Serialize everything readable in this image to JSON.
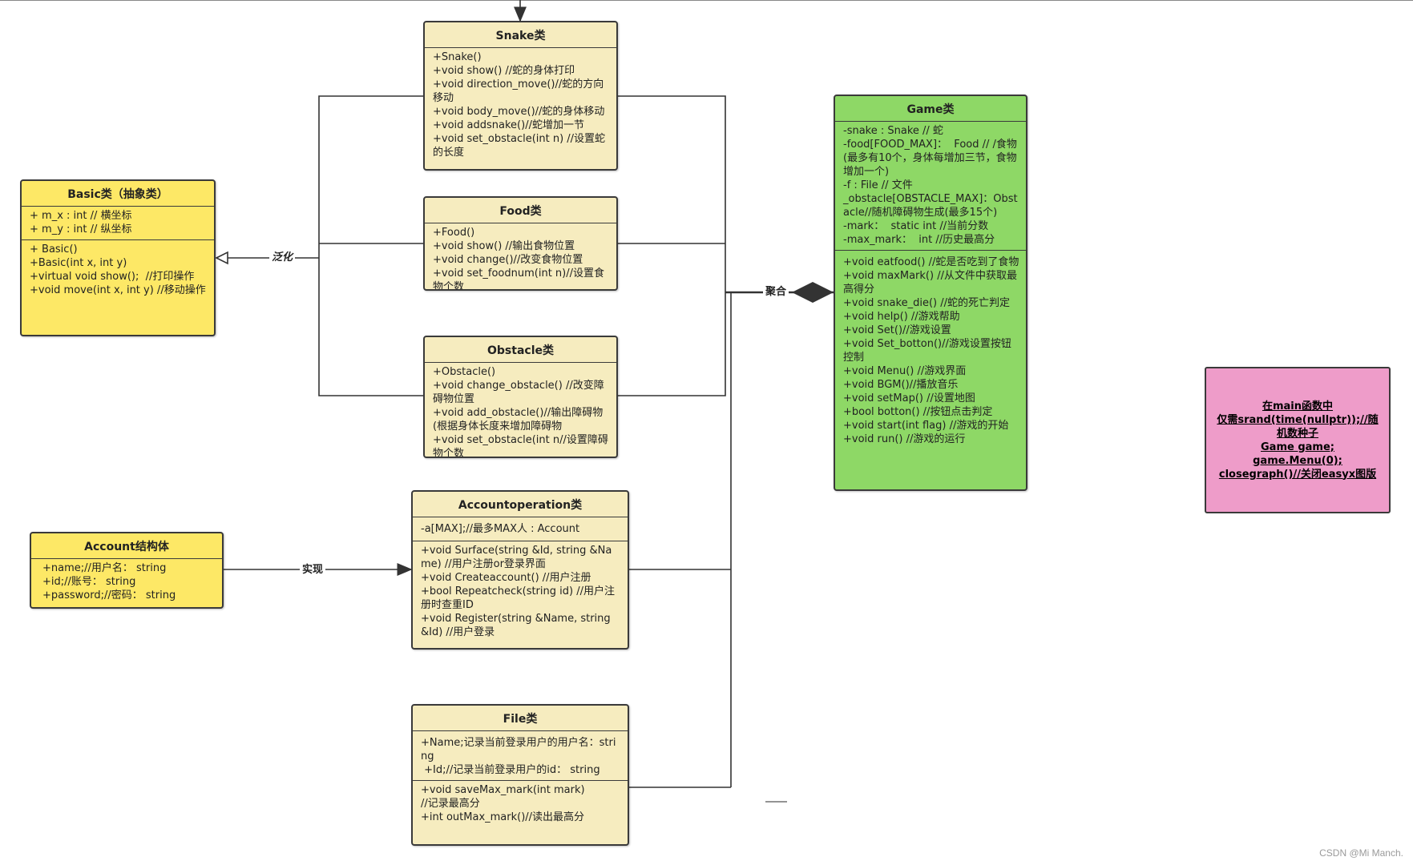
{
  "classes": {
    "snake": {
      "title": "Snake类",
      "methods": "+Snake()\n+void show() //蛇的身体打印\n+void direction_move()//蛇的方向移动\n+void body_move()//蛇的身体移动\n+void addsnake()//蛇增加一节\n+void set_obstacle(int n) //设置蛇的长度"
    },
    "food": {
      "title": "Food类",
      "methods": "+Food()\n+void show() //输出食物位置\n+void change()//改变食物位置\n+void set_foodnum(int n)//设置食物个数"
    },
    "obstacle": {
      "title": "Obstacle类",
      "methods": "+Obstacle()\n+void change_obstacle() //改变障碍物位置\n+void add_obstacle()//输出障碍物(根据身体长度来增加障碍物\n+void set_obstacle(int n//设置障碍物个数"
    },
    "basic": {
      "title": "Basic类（抽象类）",
      "attributes": "+ m_x : int // 横坐标\n+ m_y : int // 纵坐标",
      "methods": "+ Basic()\n+Basic(int x, int y)\n+virtual void show();  //打印操作\n+void move(int x, int y) //移动操作"
    },
    "game": {
      "title": "Game类",
      "attributes": "-snake : Snake // 蛇\n-food[FOOD_MAX]：  Food // /食物(最多有10个，身体每增加三节，食物增加一个)\n-f : File // 文件\n_obstacle[OBSTACLE_MAX]：Obstacle//随机障碍物生成(最多15个)\n-mark：  static int //当前分数\n-max_mark：  int //历史最高分",
      "methods": "+void eatfood() //蛇是否吃到了食物\n+void maxMark() //从文件中获取最高得分\n+void snake_die() //蛇的死亡判定\n+void help() //游戏帮助\n+void Set()//游戏设置\n+void Set_botton()//游戏设置按钮控制\n+void Menu() //游戏界面\n+void BGM()//播放音乐\n+void setMap() //设置地图\n+bool botton() //按钮点击判定\n+void start(int flag) //游戏的开始\n+void run() //游戏的运行"
    },
    "account": {
      "title": "Account结构体",
      "attributes": "+name;//用户名： string\n+id;//账号： string\n+password;//密码： string"
    },
    "accountop": {
      "title": "Accountoperation类",
      "attributes": "-a[MAX];//最多MAX人 : Account",
      "methods": "+void Surface(string &Id, string &Name) //用户注册or登录界面\n+void Createaccount() //用户注册\n+bool Repeatcheck(string id) //用户注册时查重ID\n+void Register(string &Name, string &Id) //用户登录"
    },
    "file": {
      "title": "File类",
      "attributes": "+Name;记录当前登录用户的用户名：string\n +Id;//记录当前登录用户的id： string",
      "methods": "+void saveMax_mark(int mark)\n//记录最高分\n+int outMax_mark()//读出最高分"
    }
  },
  "relations": {
    "generalization": "泛化",
    "aggregation": "聚合",
    "realization": "实现"
  },
  "note": {
    "text": "在main函数中\n仅需srand(time(nullptr));//随机数种子\nGame game;\ngame.Menu(0);\nclosegraph()//关闭easyx图版"
  },
  "watermark": "CSDN @Mi Manch.",
  "colors": {
    "class_beige": "#f6ecbf",
    "class_yellow": "#fde866",
    "class_green": "#8ed866",
    "note_pink": "#ee9cc9",
    "line": "#333333"
  }
}
